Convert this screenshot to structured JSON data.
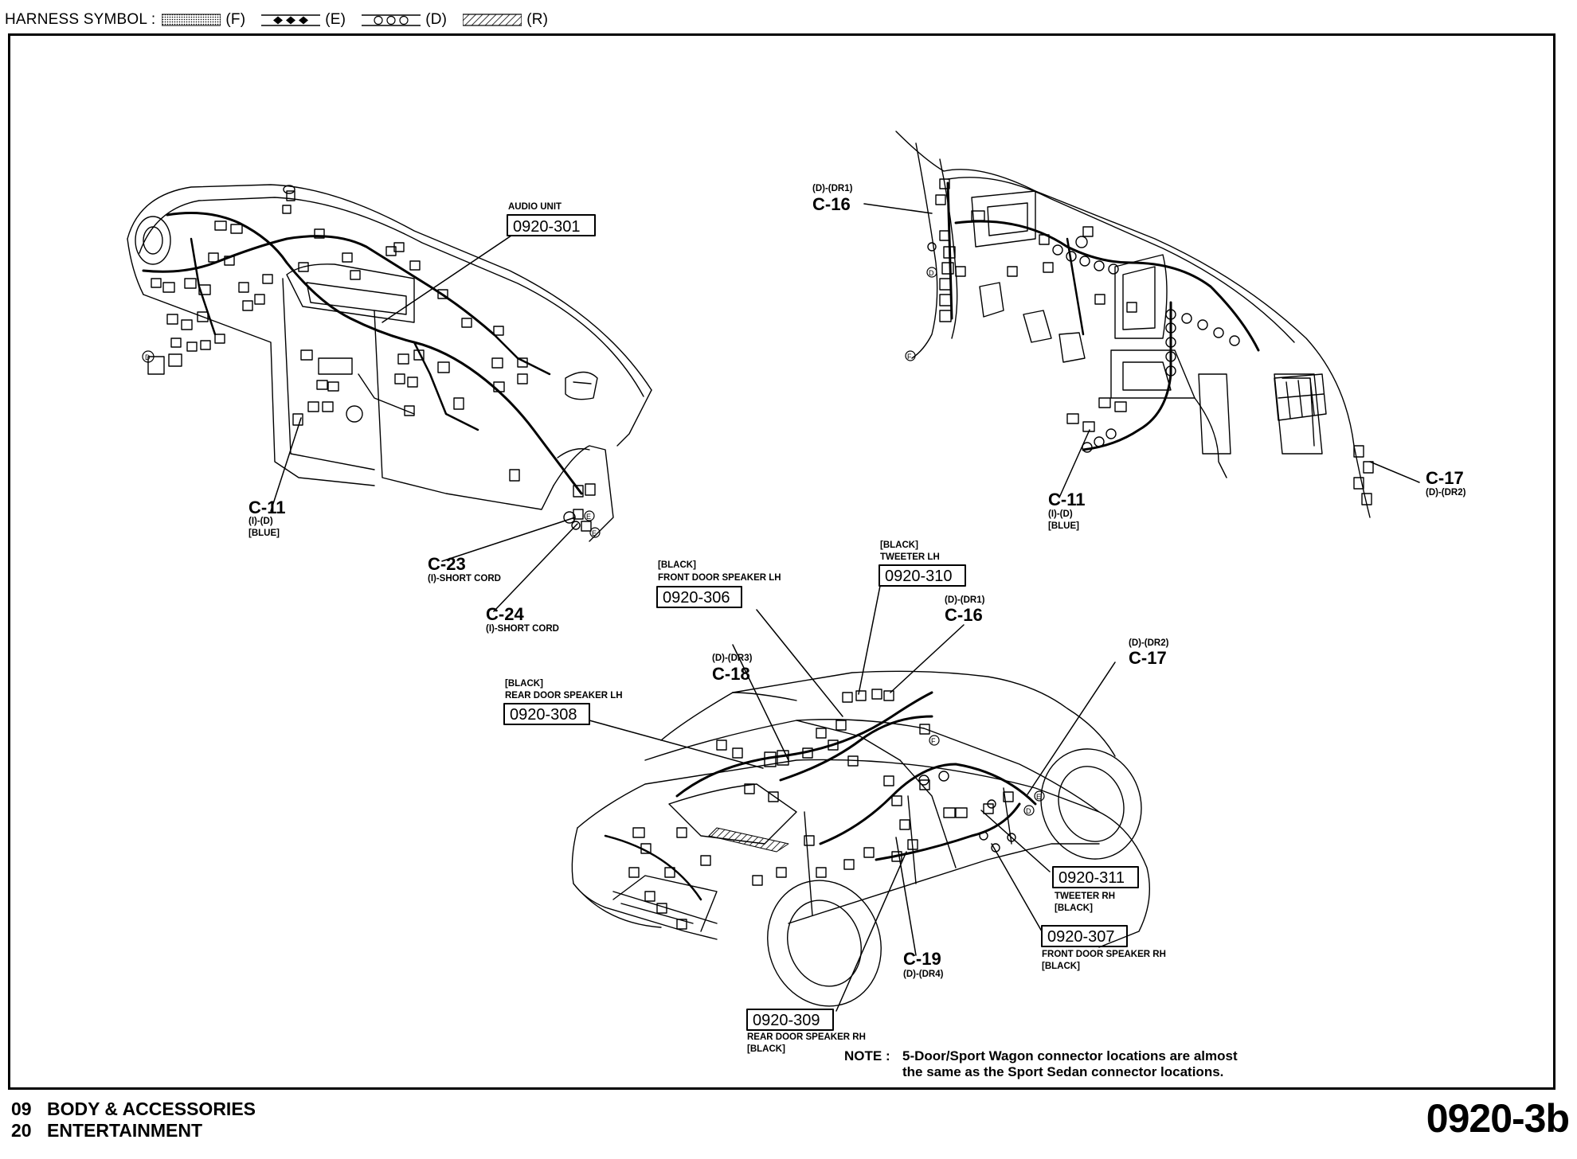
{
  "header": {
    "label": "HARNESS SYMBOL :",
    "symbols": [
      {
        "pattern": "dotted-fill",
        "code": "(F)"
      },
      {
        "pattern": "diamonds",
        "code": "(E)"
      },
      {
        "pattern": "circles",
        "code": "(D)"
      },
      {
        "pattern": "hatched",
        "code": "(R)"
      }
    ]
  },
  "callouts": {
    "audio_unit": {
      "title": "AUDIO UNIT",
      "code": "0920-301"
    },
    "c11_left": {
      "name": "C-11",
      "line1": "(I)-(D)",
      "line2": "[BLUE]"
    },
    "c23": {
      "name": "C-23",
      "desc": "(I)-SHORT CORD"
    },
    "c24": {
      "name": "C-24",
      "desc": "(I)-SHORT CORD"
    },
    "c16_top": {
      "line1": "(D)-(DR1)",
      "name": "C-16"
    },
    "c17_top": {
      "name": "C-17",
      "line1": "(D)-(DR2)"
    },
    "c11_right": {
      "name": "C-11",
      "line1": "(I)-(D)",
      "line2": "[BLUE]"
    },
    "front_spk_lh": {
      "color": "[BLACK]",
      "title": "FRONT DOOR SPEAKER LH",
      "code": "0920-306"
    },
    "tweeter_lh": {
      "color": "[BLACK]",
      "title": "TWEETER LH",
      "code": "0920-310"
    },
    "c16_car": {
      "line1": "(D)-(DR1)",
      "name": "C-16"
    },
    "c18": {
      "line1": "(D)-(DR3)",
      "name": "C-18"
    },
    "rear_spk_lh": {
      "color": "[BLACK]",
      "title": "REAR DOOR SPEAKER LH",
      "code": "0920-308"
    },
    "c17_car": {
      "line1": "(D)-(DR2)",
      "name": "C-17"
    },
    "tweeter_rh": {
      "code": "0920-311",
      "title": "TWEETER RH",
      "color": "[BLACK]"
    },
    "front_spk_rh": {
      "code": "0920-307",
      "title": "FRONT DOOR SPEAKER RH",
      "color": "[BLACK]"
    },
    "c19": {
      "name": "C-19",
      "line1": "(D)-(DR4)"
    },
    "rear_spk_rh": {
      "code": "0920-309",
      "title": "REAR DOOR SPEAKER RH",
      "color": "[BLACK]"
    }
  },
  "harness_marks": {
    "f": "F",
    "e": "E",
    "d": "D"
  },
  "note": {
    "label": "NOTE :",
    "line1": "5-Door/Sport Wagon connector locations are almost",
    "line2": "the same as the Sport Sedan connector locations."
  },
  "footer": {
    "line1_num": "09",
    "line1_text": "BODY & ACCESSORIES",
    "line2_num": "20",
    "line2_text": "ENTERTAINMENT",
    "page": "0920-3b"
  }
}
